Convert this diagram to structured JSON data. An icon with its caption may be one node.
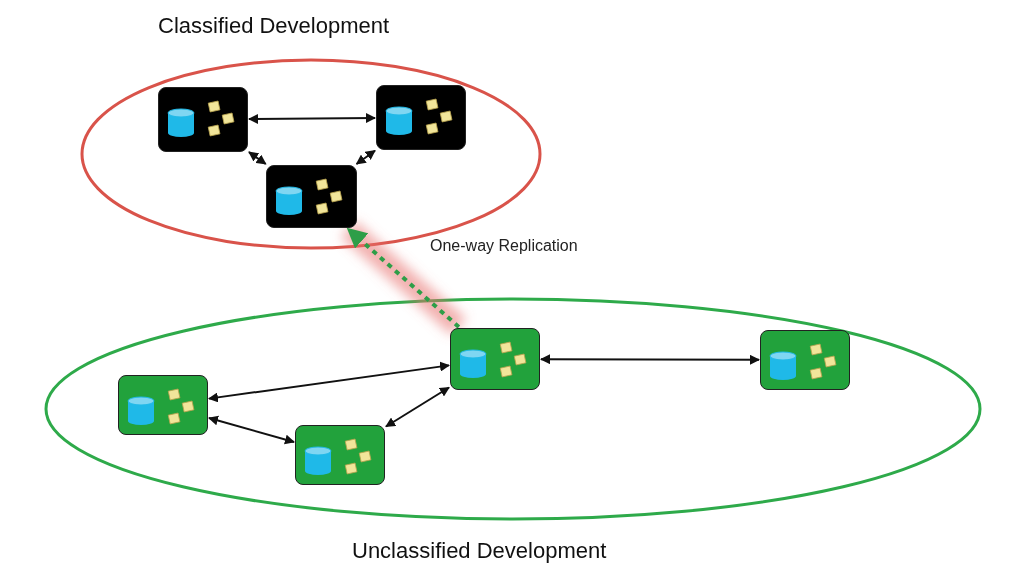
{
  "diagram": {
    "nodes": [
      {
        "text": [
          "Classified Development"
        ]
      },
      {
        "text": [],
        "shape": "box",
        "in": 0
      },
      {
        "text": [],
        "shape": "box",
        "in": 0
      },
      {
        "text": [],
        "shape": "box",
        "in": 0
      },
      {
        "text": [
          "Unclassified Development"
        ]
      },
      {
        "text": [],
        "shape": "box",
        "in": 4
      },
      {
        "text": [],
        "shape": "box",
        "in": 4
      },
      {
        "text": [],
        "shape": "box",
        "in": 4
      },
      {
        "text": [],
        "shape": "box",
        "in": 4
      }
    ],
    "edges": [
      {
        "from": 1,
        "to": 2,
        "arrow": "both"
      },
      {
        "from": 1,
        "to": 3,
        "arrow": "both"
      },
      {
        "from": 2,
        "to": 3,
        "arrow": "both"
      },
      {
        "from": 7,
        "to": 3,
        "arrow": "to",
        "label": "One-way Replication",
        "style": "dashed",
        "color": "#2e9e48"
      },
      {
        "from": 5,
        "to": 7,
        "arrow": "both"
      },
      {
        "from": 5,
        "to": 6,
        "arrow": "both"
      },
      {
        "from": 6,
        "to": 7,
        "arrow": "both"
      },
      {
        "from": 7,
        "to": 8,
        "arrow": "both"
      }
    ]
  }
}
